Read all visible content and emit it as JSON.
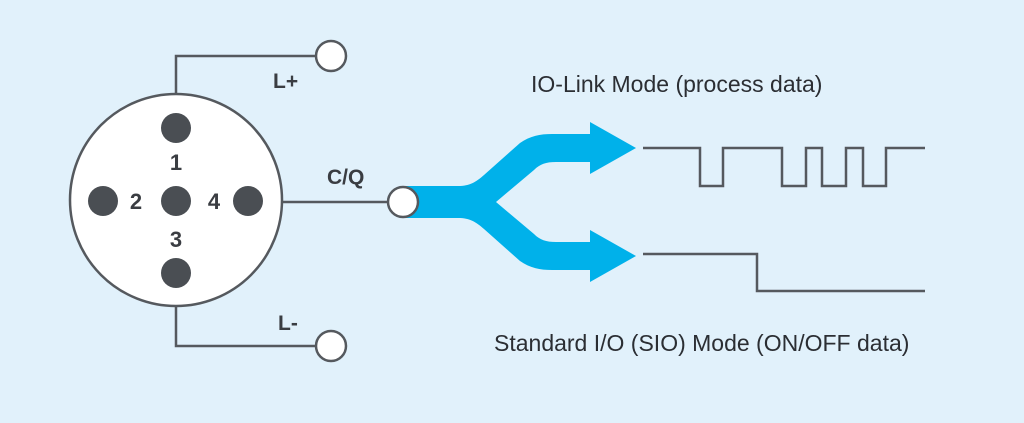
{
  "diagram": {
    "connector": {
      "pins": [
        {
          "id": "1",
          "label": "1"
        },
        {
          "id": "2",
          "label": "2"
        },
        {
          "id": "3",
          "label": "3"
        },
        {
          "id": "4",
          "label": "4"
        },
        {
          "id": "5",
          "label": ""
        }
      ]
    },
    "wires": {
      "l_plus": "L+",
      "l_minus": "L-",
      "cq": "C/Q"
    },
    "modes": {
      "io_link": "IO-Link Mode (process data)",
      "sio": "Standard I/O (SIO) Mode (ON/OFF data)"
    },
    "colors": {
      "background": "#e1f1fb",
      "arrow": "#00b1ea",
      "line": "#55595e",
      "pin": "#4a4e53"
    }
  }
}
